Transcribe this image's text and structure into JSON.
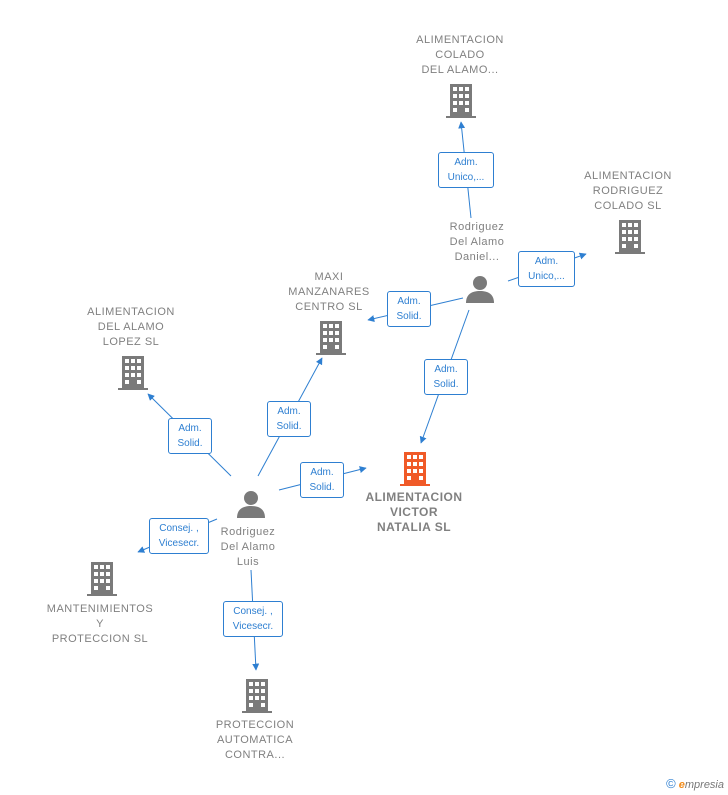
{
  "colors": {
    "edge": "#2e7fd1",
    "building": "#7a7a7a",
    "building_main": "#f05a28",
    "person": "#7a7a7a"
  },
  "nodes": [
    {
      "id": "alimentacion-colado",
      "kind": "company",
      "lines": [
        "ALIMENTACION",
        "COLADO",
        "DEL ALAMO..."
      ]
    },
    {
      "id": "alimentacion-rodriguez",
      "kind": "company",
      "lines": [
        "ALIMENTACION",
        "RODRIGUEZ",
        "COLADO  SL"
      ]
    },
    {
      "id": "maxi-manzanares",
      "kind": "company",
      "lines": [
        "MAXI",
        "MANZANARES",
        "CENTRO  SL"
      ]
    },
    {
      "id": "alimentacion-lopez",
      "kind": "company",
      "lines": [
        "ALIMENTACION",
        "DEL ALAMO",
        "LOPEZ  SL"
      ]
    },
    {
      "id": "alimentacion-victor",
      "kind": "main",
      "lines": [
        "ALIMENTACION",
        "VICTOR",
        "NATALIA  SL"
      ]
    },
    {
      "id": "mantenimientos",
      "kind": "company",
      "lines": [
        "MANTENIMIENTOS",
        "Y",
        "PROTECCION SL"
      ]
    },
    {
      "id": "proteccion-automatica",
      "kind": "company",
      "lines": [
        "PROTECCION",
        "AUTOMATICA",
        "CONTRA..."
      ]
    },
    {
      "id": "daniel",
      "kind": "person",
      "lines": [
        "Rodriguez",
        "Del Alamo",
        "Daniel..."
      ]
    },
    {
      "id": "luis",
      "kind": "person",
      "lines": [
        "Rodriguez",
        "Del Alamo",
        "Luis"
      ]
    }
  ],
  "edges": [
    {
      "id": "daniel-colado",
      "lines": [
        "Adm.",
        "Unico,..."
      ]
    },
    {
      "id": "daniel-rodriguez",
      "lines": [
        "Adm.",
        "Unico,..."
      ]
    },
    {
      "id": "daniel-maxi",
      "lines": [
        "Adm.",
        "Solid."
      ]
    },
    {
      "id": "daniel-victor",
      "lines": [
        "Adm.",
        "Solid."
      ]
    },
    {
      "id": "luis-lopez",
      "lines": [
        "Adm.",
        "Solid."
      ]
    },
    {
      "id": "luis-maxi",
      "lines": [
        "Adm.",
        "Solid."
      ]
    },
    {
      "id": "luis-victor",
      "lines": [
        "Adm.",
        "Solid."
      ]
    },
    {
      "id": "luis-mantenimientos",
      "lines": [
        "Consej. ,",
        "Vicesecr."
      ]
    },
    {
      "id": "luis-proteccion",
      "lines": [
        "Consej. ,",
        "Vicesecr."
      ]
    }
  ],
  "footer": {
    "copyright": "©",
    "brand_initial": "e",
    "brand_rest": "mpresia"
  }
}
